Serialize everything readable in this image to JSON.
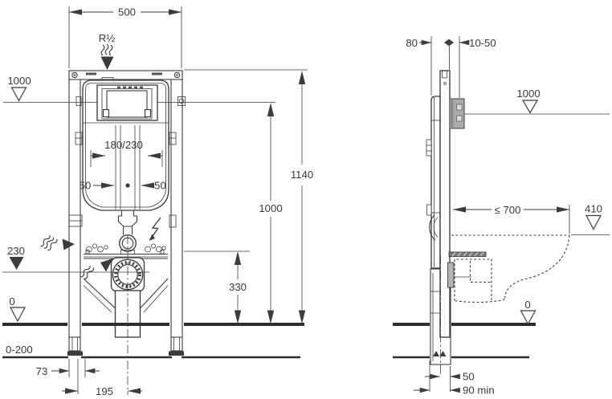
{
  "drawing_type": "wc-installation-frame-technical-diagram",
  "colors": {
    "line": "#3c3c3c",
    "floor_line": "#2d2d2d",
    "text": "#3a3a3a",
    "actuator_panel_gray": "#ababab",
    "rod_gray": "#7a7a7a",
    "bracket_gray": "#b5b5b5",
    "background": "#ffffff"
  },
  "front": {
    "width": "500",
    "supply": "R½",
    "level_ref": "1000",
    "bolt_spacing": "180/230",
    "offset_l": "50",
    "offset_r": "50",
    "outlet_level": "230",
    "floor": "0",
    "floor_range": "0-200",
    "foot_offset": "73",
    "center_offset": "195",
    "outlet_height": "330",
    "plate_height": "1000",
    "frame_height": "1140"
  },
  "side": {
    "frame_depth": "80",
    "finish_range": "10-50",
    "level_ref": "1000",
    "bowl_depth_max": "≤ 700",
    "seat_height": "410",
    "floor": "0",
    "profile_depth": "50",
    "floor_min": "90 min"
  }
}
